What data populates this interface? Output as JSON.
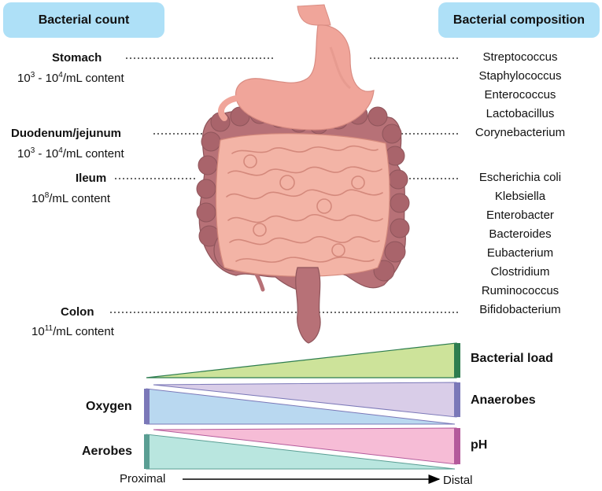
{
  "headers": {
    "left": "Bacterial count",
    "right": "Bacterial composition"
  },
  "regions": [
    {
      "name": "Stomach",
      "count_base": "10",
      "count_exp": "3",
      "count_mid": " - 10",
      "count_exp2": "4",
      "count_tail": "/mL content"
    },
    {
      "name": "Duodenum/jejunum",
      "count_base": "10",
      "count_exp": "3",
      "count_mid": " - 10",
      "count_exp2": "4",
      "count_tail": "/mL content"
    },
    {
      "name": "Ileum",
      "count_base": "10",
      "count_exp": "8",
      "count_tail": "/mL content"
    },
    {
      "name": "Colon",
      "count_base": "10",
      "count_exp": "11",
      "count_tail": "/mL content"
    }
  ],
  "bacteria": [
    "Streptococcus",
    "Staphylococcus",
    "Enterococcus",
    "Lactobacillus",
    "Corynebacterium",
    "Escherichia coli",
    "Klebsiella",
    "Enterobacter",
    "Bacteroides",
    "Eubacterium",
    "Clostridium",
    "Ruminococcus",
    "Bifidobacterium"
  ],
  "gradients": {
    "bacterial_load": "Bacterial load",
    "oxygen": "Oxygen",
    "anaerobes": "Anaerobes",
    "aerobes": "Aerobes",
    "ph": "pH"
  },
  "axis": {
    "start": "Proximal",
    "end": "Distal"
  },
  "colors": {
    "header_bg": "#aee0f7",
    "load_fill": "#cde39a",
    "load_edge": "#2e7d4f",
    "oxygen_fill": "#b9d8f0",
    "anaerobes_fill": "#d9cde8",
    "purple_edge": "#7b78b8",
    "ph_fill": "#f6bcd6",
    "ph_edge": "#b45a9b",
    "aerobes_fill": "#b9e6df",
    "teal_edge": "#5a9e93"
  }
}
